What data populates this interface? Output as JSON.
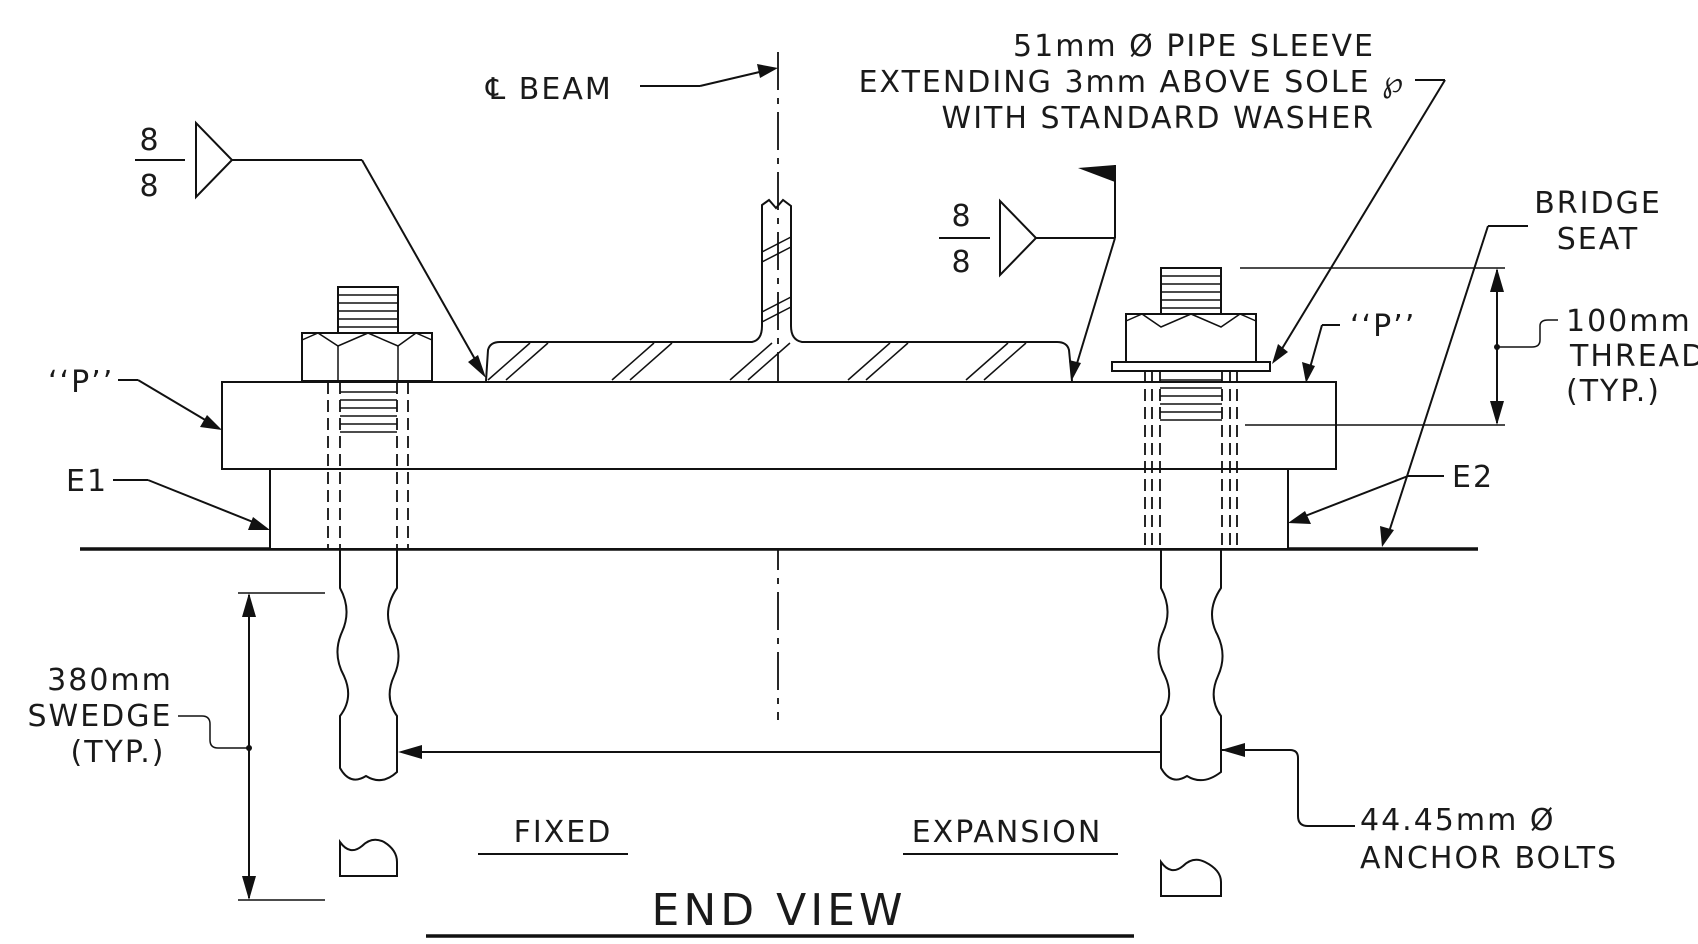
{
  "title": "END VIEW",
  "labels": {
    "centerline_beam": "℄ BEAM",
    "pipe_sleeve_line1": "51mm Ø PIPE SLEEVE",
    "pipe_sleeve_line2": "EXTENDING 3mm ABOVE SOLE ℘",
    "pipe_sleeve_line3": "WITH STANDARD WASHER",
    "bridge_seat_line1": "BRIDGE",
    "bridge_seat_line2": "SEAT",
    "thread_line1": "100mm",
    "thread_line2": "THREAD",
    "thread_line3": "(TYP.)",
    "p_left": "‘‘P’’",
    "p_right": "‘‘P’’",
    "e1": "E1",
    "e2": "E2",
    "swedge_line1": "380mm",
    "swedge_line2": "SWEDGE",
    "swedge_line3": "(TYP.)",
    "fixed": "FIXED",
    "expansion": "EXPANSION",
    "anchor_line1": "44.45mm Ø",
    "anchor_line2": "ANCHOR BOLTS"
  },
  "welds": [
    {
      "top": "8",
      "bottom": "8"
    },
    {
      "top": "8",
      "bottom": "8"
    }
  ]
}
